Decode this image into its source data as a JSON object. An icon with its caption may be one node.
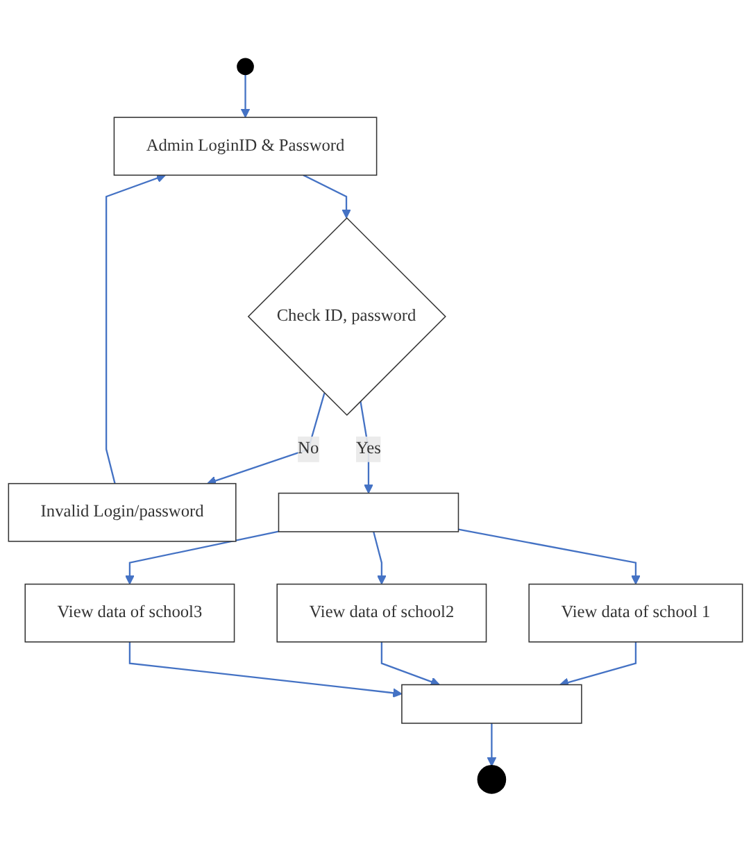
{
  "diagram": {
    "nodes": [
      {
        "text": [],
        "shape": "circle"
      },
      {
        "text": [
          "Admin LoginID & Password"
        ]
      },
      {
        "text": [
          "Check ID, password"
        ]
      },
      {
        "text": [
          "Invalid Login/password"
        ]
      },
      {
        "text": [],
        "shape": "bar"
      },
      {
        "text": [
          "View data of school 1"
        ]
      },
      {
        "text": [
          "View data of school2"
        ]
      },
      {
        "text": [
          "View data of school3"
        ]
      },
      {
        "text": [],
        "shape": "bar"
      },
      {
        "text": [],
        "shape": "circle"
      }
    ],
    "edges": [
      {
        "from": 0,
        "to": 1,
        "arrow": "to"
      },
      {
        "from": 1,
        "to": 2,
        "arrow": "to"
      },
      {
        "from": 2,
        "to": 3,
        "arrow": "to",
        "label": "No"
      },
      {
        "from": 3,
        "to": 1,
        "arrow": "to"
      },
      {
        "from": 2,
        "to": 4,
        "arrow": "to",
        "label": "Yes"
      },
      {
        "from": 4,
        "to": 5,
        "arrow": "to"
      },
      {
        "from": 4,
        "to": 6,
        "arrow": "to"
      },
      {
        "from": 4,
        "to": 7,
        "arrow": "to"
      },
      {
        "from": 5,
        "to": 8,
        "arrow": "to"
      },
      {
        "from": 6,
        "to": 8,
        "arrow": "to"
      },
      {
        "from": 7,
        "to": 8,
        "arrow": "to"
      },
      {
        "from": 8,
        "to": 9,
        "arrow": "to"
      }
    ]
  }
}
